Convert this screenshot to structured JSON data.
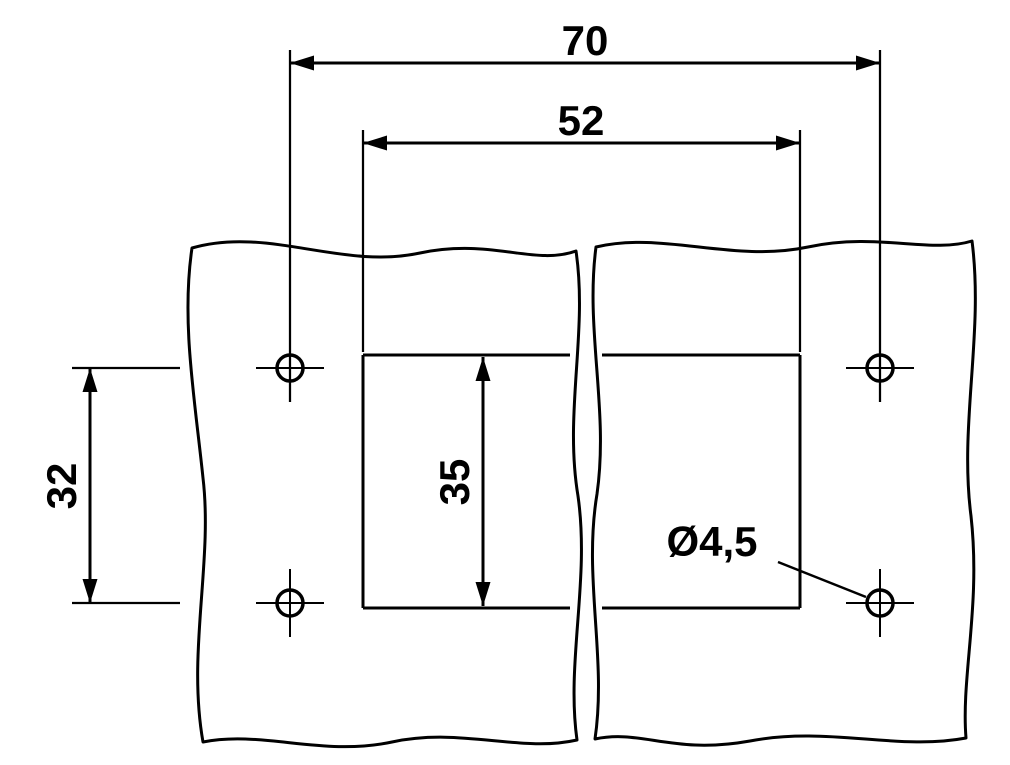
{
  "drawing": {
    "kind": "panel-cutout-dimension-drawing",
    "labels": {
      "dim_hole_spacing_horizontal": "70",
      "dim_cutout_width": "52",
      "dim_hole_spacing_vertical": "32",
      "dim_cutout_height": "35",
      "hole_diameter": "Ø4,5"
    },
    "colors": {
      "line": "#000000",
      "background": "#ffffff"
    }
  }
}
